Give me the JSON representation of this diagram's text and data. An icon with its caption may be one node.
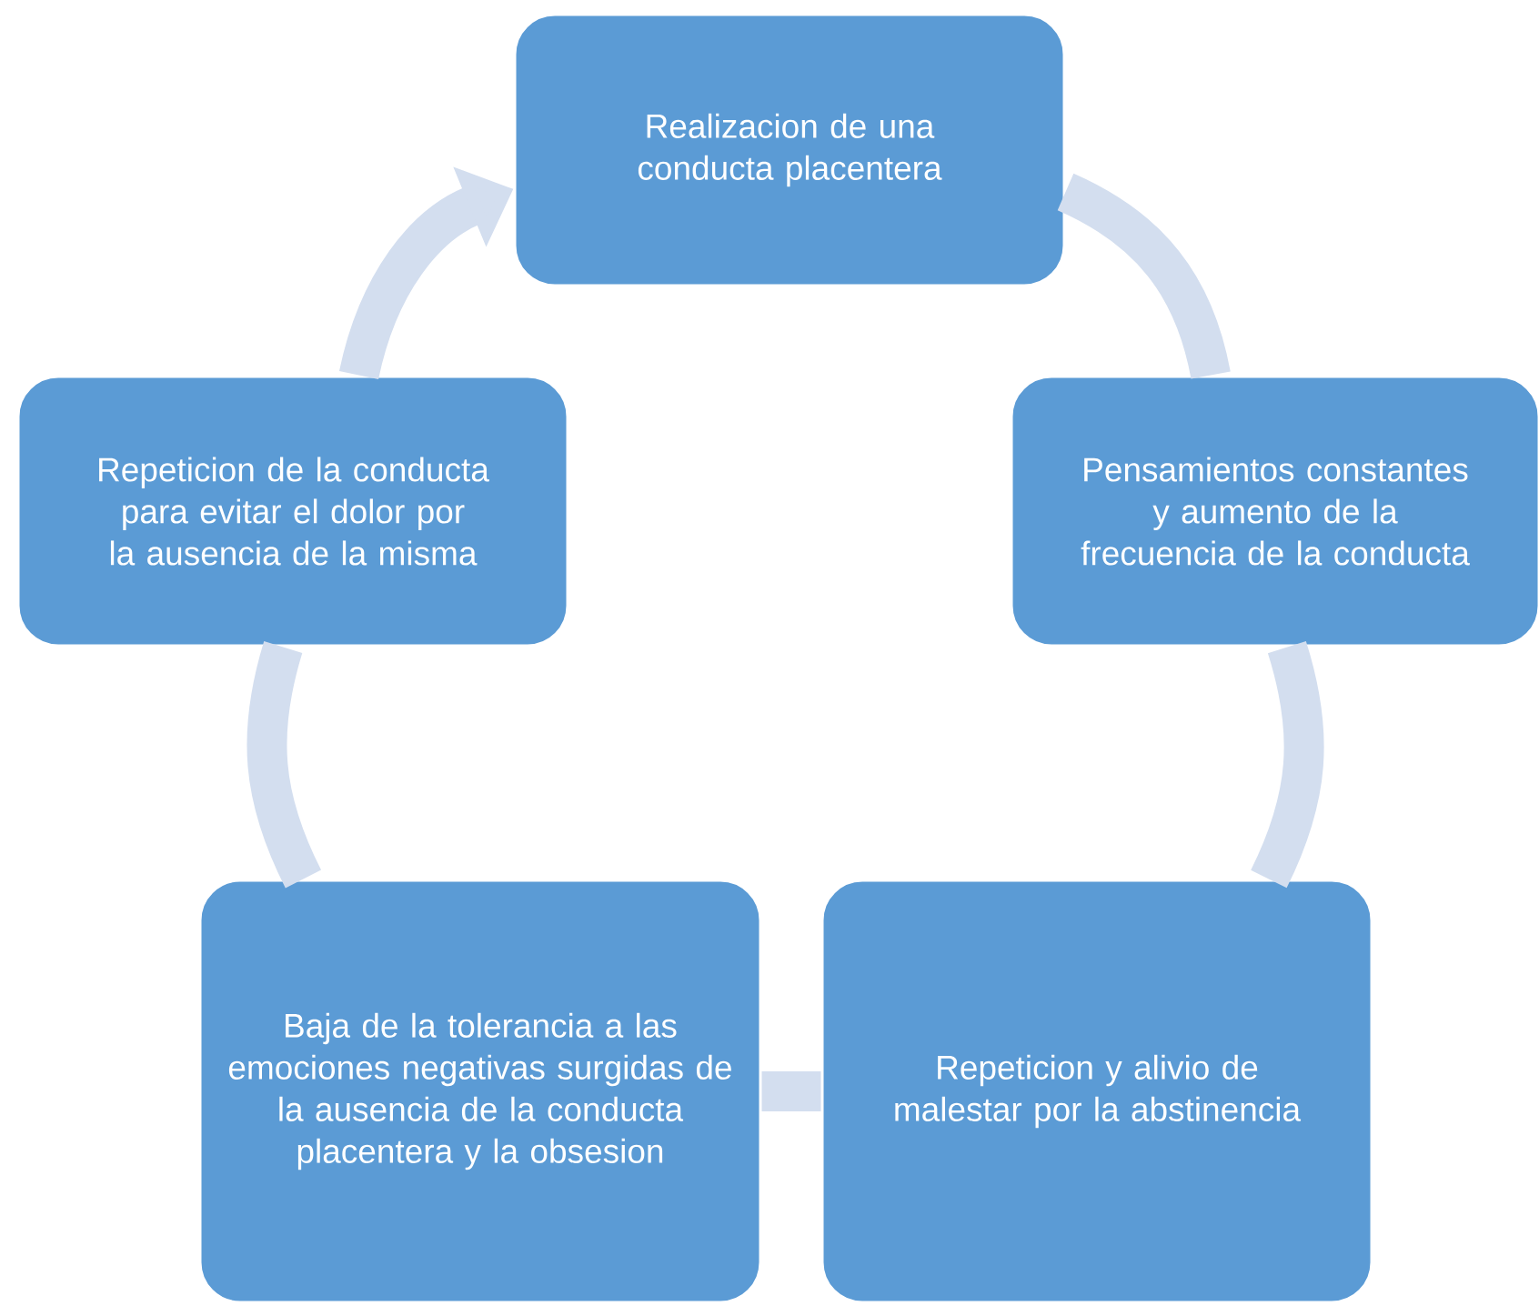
{
  "diagram": {
    "nodes": [
      {
        "text": [
          "Realizacion de una conducta placentera"
        ]
      },
      {
        "text": [
          "Pensamientos constantes y aumento de la frecuencia de la conducta"
        ]
      },
      {
        "text": [
          "Repeticion y alivio de malestar por la abstinencia"
        ]
      },
      {
        "text": [
          "Baja de la tolerancia a las emociones negativas surgidas de la ausencia de la conducta placentera y la obsesion"
        ]
      },
      {
        "text": [
          "Repeticion de la conducta para evitar el dolor por la ausencia de la misma"
        ]
      }
    ],
    "edges": [
      {
        "from": 0,
        "to": 1,
        "arrow": "none"
      },
      {
        "from": 1,
        "to": 2,
        "arrow": "none"
      },
      {
        "from": 2,
        "to": 3,
        "arrow": "none"
      },
      {
        "from": 3,
        "to": 4,
        "arrow": "none"
      },
      {
        "from": 4,
        "to": 0,
        "arrow": "to"
      }
    ]
  }
}
